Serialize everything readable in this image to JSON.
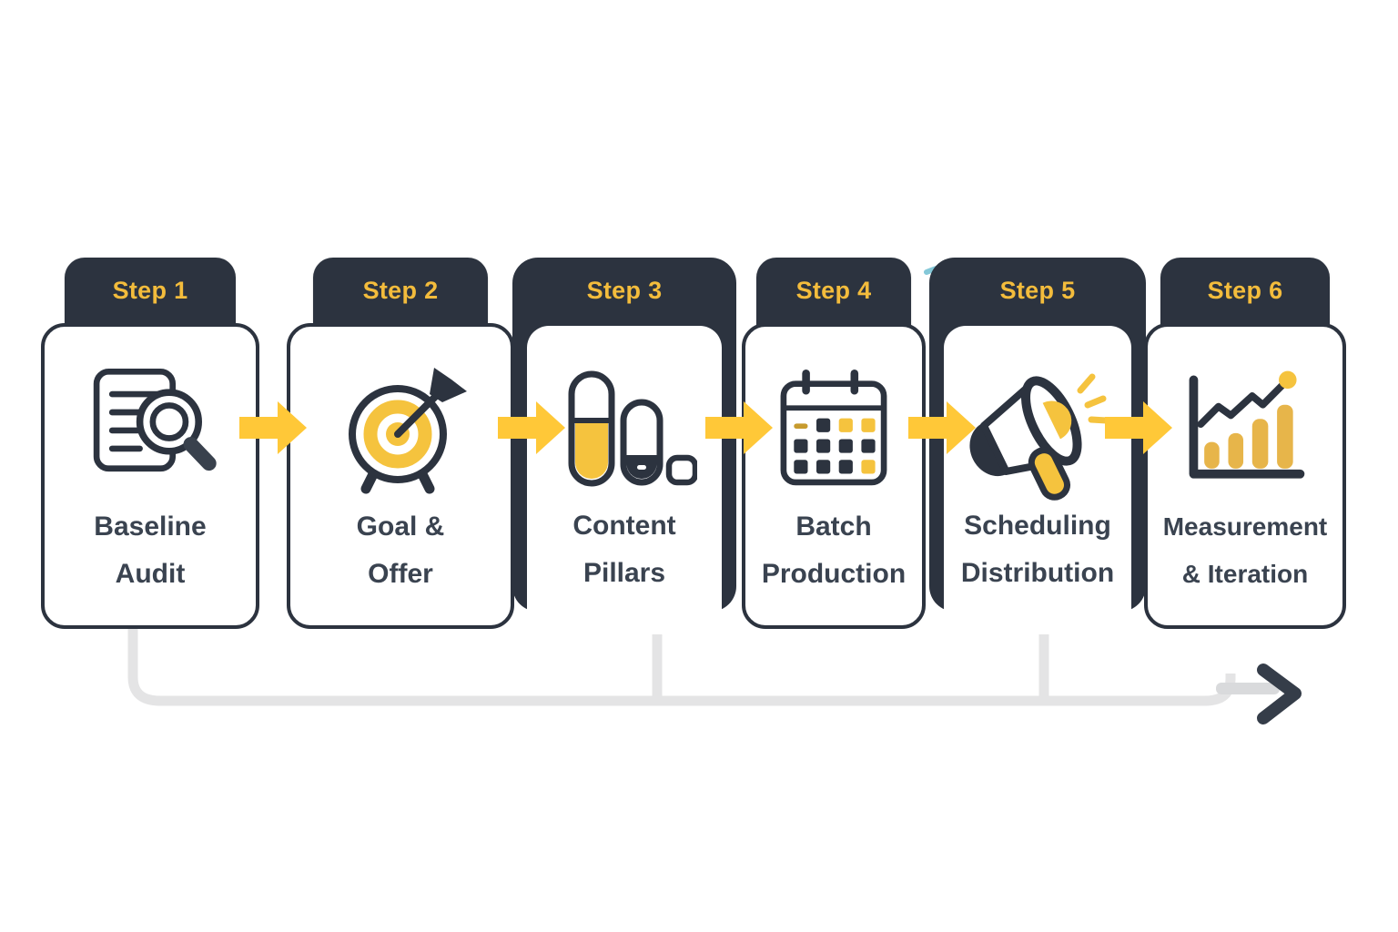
{
  "steps": [
    {
      "badge": "Step 1",
      "title_line1": "Baseline",
      "title_line2": "Audit",
      "icon": "document-magnifier-icon"
    },
    {
      "badge": "Step 2",
      "title_line1": "Goal &",
      "title_line2": "Offer",
      "icon": "target-arrow-icon"
    },
    {
      "badge": "Step 3",
      "title_line1": "Content",
      "title_line2": "Pillars",
      "icon": "content-pillars-icon"
    },
    {
      "badge": "Step 4",
      "title_line1": "Batch",
      "title_line2": "Production",
      "icon": "calendar-grid-icon"
    },
    {
      "badge": "Step 5",
      "title_line1": "Scheduling",
      "title_line2": "Distribution",
      "icon": "megaphone-icon"
    },
    {
      "badge": "Step 6",
      "title_line1": "Measurement",
      "title_line2": "& Iteration",
      "icon": "growth-chart-icon"
    }
  ],
  "colors": {
    "dark": "#2C333F",
    "badge_text": "#F3BC3C",
    "arrow_yellow": "#FFC838",
    "icon_yellow": "#F5C33E",
    "bar_gold": "#E7B54A",
    "title_text": "#3A4350",
    "connector_gray": "#E4E4E5",
    "teal_accent": "#84C8D8",
    "card_bg": "#FFFFFF"
  }
}
